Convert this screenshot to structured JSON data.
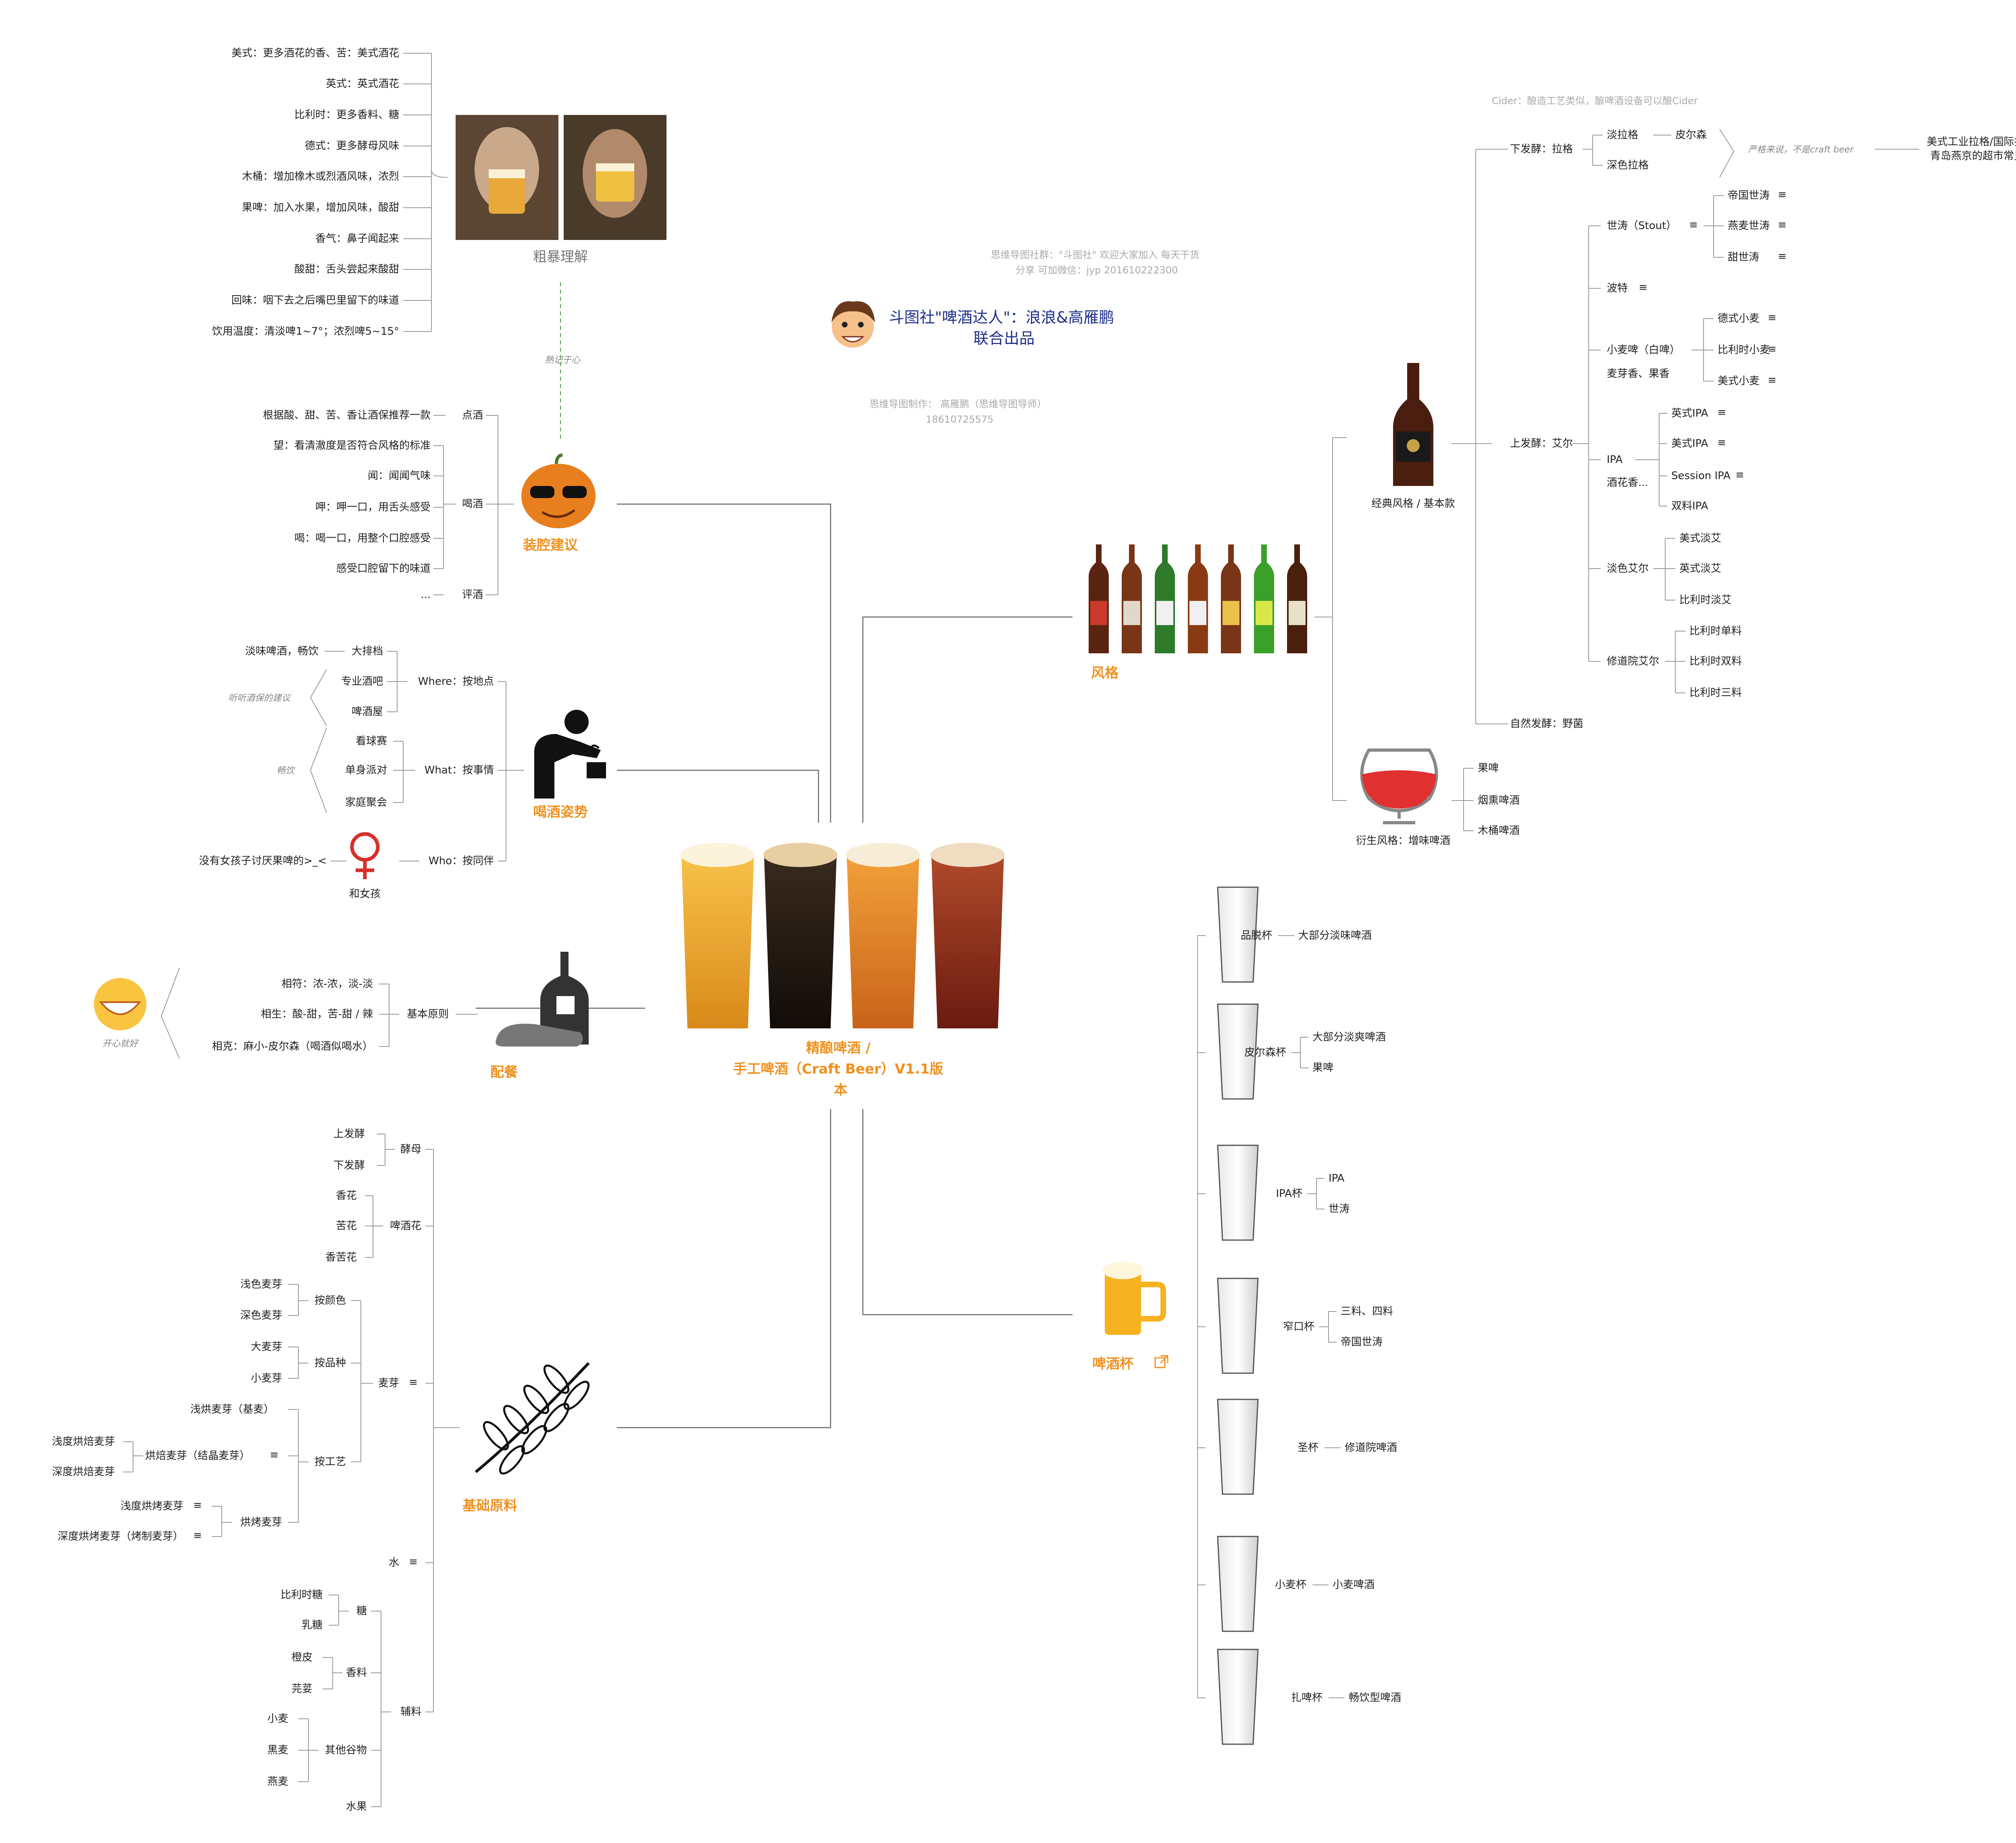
{
  "center": {
    "title_lines": [
      "精酿啤酒 /",
      "手工啤酒（Craft Beer）V1.1版",
      "本"
    ]
  },
  "header": {
    "title_lines": [
      "斗图社\"啤酒达人\"：浪浪&高雁鹏",
      "联合出品"
    ],
    "community_lines": [
      "思维导图社群：\"斗图社\" 欢迎大家加入 每天干货",
      "分享 可加微信：jyp 201610222300"
    ],
    "maker_lines": [
      "思维导图制作：  高雁鹏（思维导图导师）",
      "18610725575"
    ]
  },
  "cider_note": "Cider：酿造工艺类似，酿啤酒设备可以酿Cider",
  "rough": {
    "label": "粗暴理解",
    "connector": "熟记于心",
    "items": [
      "美式：更多酒花的香、苦：美式酒花",
      "英式：英式酒花",
      "比利时：更多香料、糖",
      "德式：更多酵母风味",
      "木桶：增加橡木或烈酒风味，浓烈",
      "果啤：加入水果，增加风味，酸甜",
      "香气：鼻子闻起来",
      "酸甜：舌头尝起来酸甜",
      "回味：咽下去之后嘴巴里留下的味道",
      "饮用温度：清淡啤1~7°；浓烈啤5~15°"
    ]
  },
  "pretend": {
    "label": "装腔建议",
    "order": "点酒",
    "order_item": "根据酸、甜、苦、香让酒保推荐一款",
    "drink": "喝酒",
    "drink_items": [
      "望：看清澈度是否符合风格的标准",
      "闻：闻闻气味",
      "呷：呷一口，用舌头感受",
      "喝：喝一口，用整个口腔感受",
      "感受口腔留下的味道"
    ],
    "review": "评酒",
    "review_item": "..."
  },
  "posture": {
    "label": "喝酒姿势",
    "where": "Where：按地点",
    "where_items": [
      "大排档",
      "专业酒吧",
      "啤酒屋"
    ],
    "where_note": "淡味啤酒，畅饮",
    "where_group_note": "听听酒保的建议",
    "what": "What：按事情",
    "what_items": [
      "看球赛",
      "单身派对",
      "家庭聚会"
    ],
    "what_note": "畅饮",
    "who": "Who：按同伴",
    "who_item": "和女孩",
    "who_note": "没有女孩子讨厌果啤的>_<"
  },
  "pairing": {
    "label": "配餐",
    "principle": "基本原则",
    "items": [
      "相符：浓-浓，淡-淡",
      "相生：酸-甜，苦-甜 / 辣",
      "相克：麻小-皮尔森（喝酒似喝水）"
    ],
    "note": "开心就好"
  },
  "ingredients": {
    "label": "基础原料",
    "yeast": "酵母",
    "yeast_items": [
      "上发酵",
      "下发酵"
    ],
    "hops": "啤酒花",
    "hops_items": [
      "香花",
      "苦花",
      "香苦花"
    ],
    "malt": "麦芽",
    "by_color": "按颜色",
    "by_color_items": [
      "浅色麦芽",
      "深色麦芽"
    ],
    "by_variety": "按品种",
    "by_variety_items": [
      "大麦芽",
      "小麦芽"
    ],
    "by_process": "按工艺",
    "process_pale": "浅烘麦芽（基麦）",
    "process_crystal": "烘焙麦芽（结晶麦芽）",
    "crystal_items": [
      "浅度烘焙麦芽",
      "深度烘焙麦芽"
    ],
    "process_roast": "烘烤麦芽",
    "roast_items": [
      "浅度烘烤麦芽",
      "深度烘烤麦芽（烤制麦芽）"
    ],
    "water": "水",
    "adjuncts": "辅料",
    "sugar": "糖",
    "sugar_items": [
      "比利时糖",
      "乳糖"
    ],
    "spice": "香料",
    "spice_items": [
      "橙皮",
      "芫荽"
    ],
    "grain": "其他谷物",
    "grain_items": [
      "小麦",
      "黑麦",
      "燕麦"
    ],
    "fruit": "水果"
  },
  "styles": {
    "label": "风格",
    "classic": "经典风格 / 基本款",
    "lager": "下发酵：拉格",
    "pale_lager": "淡拉格",
    "pilsner": "皮尔森",
    "dark_lager": "深色拉格",
    "lager_note": "严格来说，不是craft beer",
    "lager_commercial_lines": [
      "美式工业拉格/国际拉格：",
      "青岛燕京的超市常见款式"
    ],
    "ale": "上发酵：艾尔",
    "stout": "世涛（Stout）",
    "stout_items": [
      "帝国世涛",
      "燕麦世涛",
      "甜世涛"
    ],
    "porter": "波特",
    "wheat": "小麦啤（白啤）",
    "wheat_note": "麦芽香、果香",
    "wheat_items": [
      "德式小麦",
      "比利时小麦",
      "美式小麦"
    ],
    "ipa": "IPA",
    "ipa_note": "酒花香...",
    "ipa_items": [
      "英式IPA",
      "美式IPA",
      "Session IPA",
      "双料IPA"
    ],
    "pale_ale": "淡色艾尔",
    "pale_ale_items": [
      "美式淡艾",
      "英式淡艾",
      "比利时淡艾"
    ],
    "abbey": "修道院艾尔",
    "abbey_items": [
      "比利时单料",
      "比利时双料",
      "比利时三料"
    ],
    "spontaneous": "自然发酵：野菌",
    "derived": "衍生风格：增味啤酒",
    "derived_items": [
      "果啤",
      "烟熏啤酒",
      "木桶啤酒"
    ]
  },
  "glasses": {
    "label": "啤酒杯",
    "items": [
      {
        "name": "品脱杯",
        "uses": [
          "大部分淡味啤酒"
        ]
      },
      {
        "name": "皮尔森杯",
        "uses": [
          "大部分淡爽啤酒",
          "果啤"
        ]
      },
      {
        "name": "IPA杯",
        "uses": [
          "IPA",
          "世涛"
        ]
      },
      {
        "name": "窄口杯",
        "uses": [
          "三料、四料",
          "帝国世涛"
        ]
      },
      {
        "name": "圣杯",
        "uses": [
          "修道院啤酒"
        ]
      },
      {
        "name": "小麦杯",
        "uses": [
          "小麦啤酒"
        ]
      },
      {
        "name": "扎啤杯",
        "uses": [
          "畅饮型啤酒"
        ]
      }
    ]
  },
  "colors": {
    "accent": "#f0901e",
    "title_blue": "#1f2e8a",
    "line": "#666666"
  }
}
